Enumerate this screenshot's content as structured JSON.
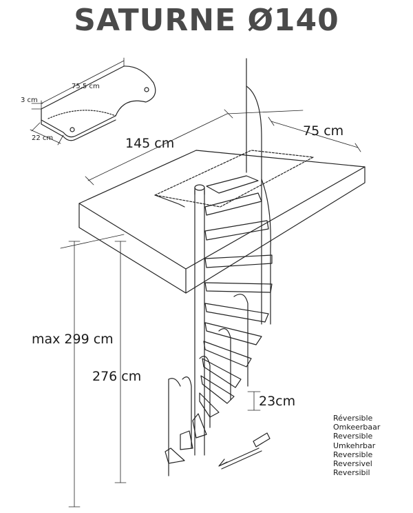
{
  "title": "SATURNE Ø140",
  "tread": {
    "length": "75,5 cm",
    "thickness": "3 cm",
    "width": "22 cm"
  },
  "opening": {
    "length": "145 cm",
    "width": "75 cm"
  },
  "heights": {
    "max": "max 299 cm",
    "floor": "276 cm",
    "step_rise": "23cm"
  },
  "reversible": [
    "Réversible",
    "Omkeerbaar",
    "Reversible",
    "Umkehrbar",
    "Reversible",
    "Reversivel",
    "Reversibil"
  ]
}
